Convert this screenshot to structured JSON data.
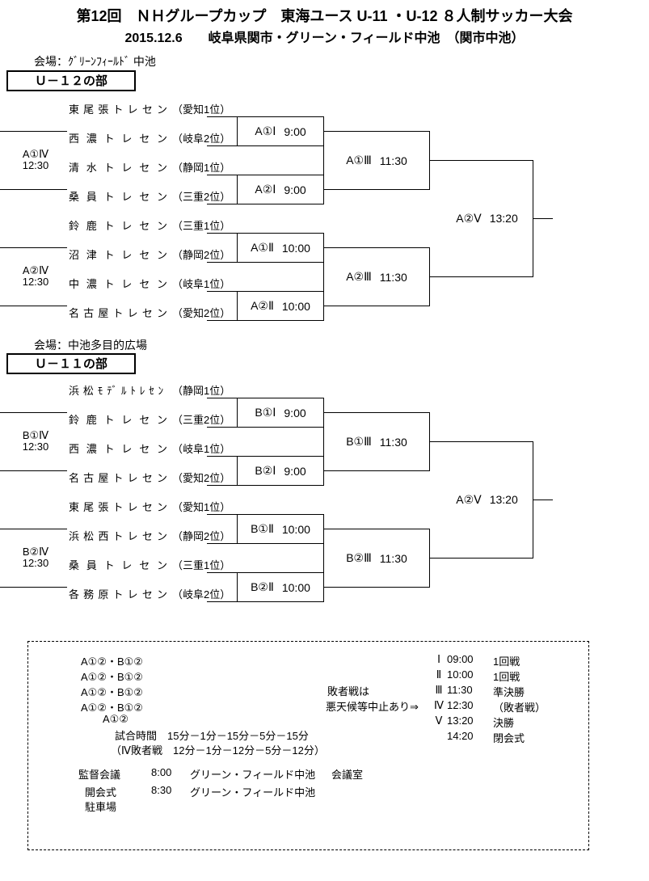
{
  "page": {
    "title_line1": "第12回　ＮＨグループカップ　東海ユース U-11 ・U-12 ８人制サッカー大会",
    "title_line2": "2015.12.6　　岐阜県関市・グリーン・フィールド中池　（関市中池）"
  },
  "sections": [
    {
      "venue": "会場：ｸﾞﾘｰﾝﾌｨｰﾙﾄﾞ 中池",
      "division": "Ｕ－１２の部",
      "teams": [
        {
          "name": "東尾張トレセン",
          "seed": "（愛知1位）"
        },
        {
          "name": "西濃トレセン",
          "seed": "（岐阜2位）"
        },
        {
          "name": "清水トレセン",
          "seed": "（静岡1位）"
        },
        {
          "name": "桑員トレセン",
          "seed": "（三重2位）"
        },
        {
          "name": "鈴鹿トレセン",
          "seed": "（三重1位）"
        },
        {
          "name": "沼津トレセン",
          "seed": "（静岡2位）"
        },
        {
          "name": "中濃トレセン",
          "seed": "（岐阜1位）"
        },
        {
          "name": "名古屋トレセン",
          "seed": "（愛知2位）"
        }
      ],
      "round1": [
        {
          "code": "A①Ⅰ",
          "time": "9:00"
        },
        {
          "code": "A②Ⅰ",
          "time": "9:00"
        },
        {
          "code": "A①Ⅱ",
          "time": "10:00"
        },
        {
          "code": "A②Ⅱ",
          "time": "10:00"
        }
      ],
      "semifinals": [
        {
          "code": "A①Ⅲ",
          "time": "11:30"
        },
        {
          "code": "A②Ⅲ",
          "time": "11:30"
        }
      ],
      "final": {
        "code": "A②Ⅴ",
        "time": "13:20"
      },
      "consolations": [
        {
          "code": "A①Ⅳ",
          "time": "12:30"
        },
        {
          "code": "A②Ⅳ",
          "time": "12:30"
        }
      ]
    },
    {
      "venue": "会場：中池多目的広場",
      "division": "Ｕ－１１の部",
      "teams": [
        {
          "name": "浜松ﾓﾃﾞﾙﾄﾚｾﾝ",
          "seed": "（静岡1位）"
        },
        {
          "name": "鈴鹿トレセン",
          "seed": "（三重2位）"
        },
        {
          "name": "西濃トレセン",
          "seed": "（岐阜1位）"
        },
        {
          "name": "名古屋トレセン",
          "seed": "（愛知2位）"
        },
        {
          "name": "東尾張トレセン",
          "seed": "（愛知1位）"
        },
        {
          "name": "浜松西トレセン",
          "seed": "（静岡2位）"
        },
        {
          "name": "桑員トレセン",
          "seed": "（三重1位）"
        },
        {
          "name": "各務原トレセン",
          "seed": "（岐阜2位）"
        }
      ],
      "round1": [
        {
          "code": "B①Ⅰ",
          "time": "9:00"
        },
        {
          "code": "B②Ⅰ",
          "time": "9:00"
        },
        {
          "code": "B①Ⅱ",
          "time": "10:00"
        },
        {
          "code": "B②Ⅱ",
          "time": "10:00"
        }
      ],
      "semifinals": [
        {
          "code": "B①Ⅲ",
          "time": "11:30"
        },
        {
          "code": "B②Ⅲ",
          "time": "11:30"
        }
      ],
      "final": {
        "code": "A②Ⅴ",
        "time": "13:20"
      },
      "consolations": [
        {
          "code": "B①Ⅳ",
          "time": "12:30"
        },
        {
          "code": "B②Ⅳ",
          "time": "12:30"
        }
      ]
    }
  ],
  "info_box": {
    "group_lines": [
      "A①②・B①②",
      "A①②・B①②",
      "A①②・B①②",
      "A①②・B①②"
    ],
    "group_line_last": "A①②",
    "match_time_line": "試合時間　15分－1分－15分－5分－15分",
    "consolation_time_line": "（Ⅳ敗者戦　12分－1分－12分－5分－12分）",
    "note_line1": "敗者戦は",
    "note_line2": "悪天候等中止あり⇒",
    "schedule": [
      {
        "numeral": "Ⅰ",
        "time": "09:00",
        "label": "1回戦"
      },
      {
        "numeral": "Ⅱ",
        "time": "10:00",
        "label": "1回戦"
      },
      {
        "numeral": "Ⅲ",
        "time": "11:30",
        "label": "準決勝"
      },
      {
        "numeral": "Ⅳ",
        "time": "12:30",
        "label": "（敗者戦）"
      },
      {
        "numeral": "Ⅴ",
        "time": "13:20",
        "label": "決勝"
      },
      {
        "numeral": "",
        "time": "14:20",
        "label": "閉会式"
      }
    ],
    "events": [
      {
        "label": "監督会議",
        "time": "8:00",
        "place": "グリーン・フィールド中池",
        "room": "会議室"
      },
      {
        "label": "開会式",
        "time": "8:30",
        "place": "グリーン・フィールド中池",
        "room": ""
      },
      {
        "label": "駐車場",
        "time": "",
        "place": "",
        "room": ""
      }
    ]
  }
}
